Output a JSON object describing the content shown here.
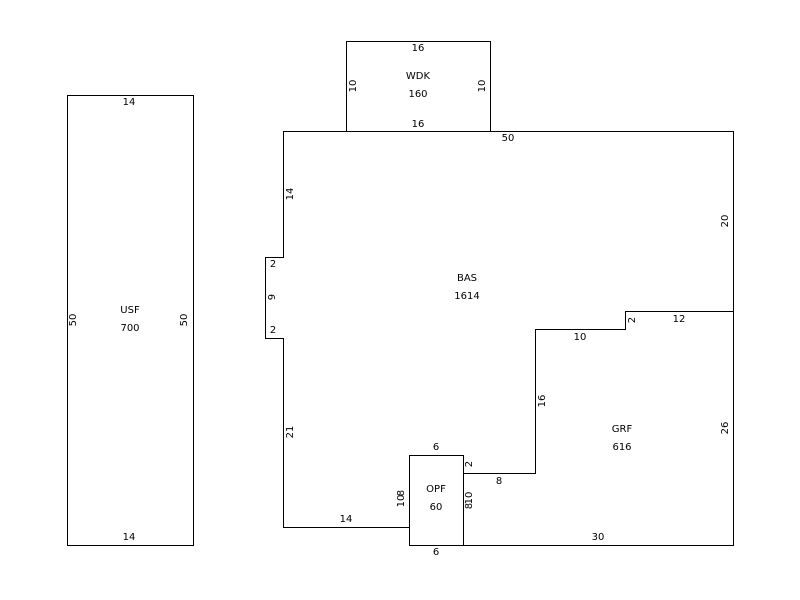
{
  "colors": {
    "background": "#ffffff",
    "line": "#000000",
    "text": "#000000"
  },
  "areas": {
    "usf": {
      "code": "USF",
      "area": "700"
    },
    "wdk": {
      "code": "WDK",
      "area": "160"
    },
    "bas": {
      "code": "BAS",
      "area": "1614"
    },
    "grf": {
      "code": "GRF",
      "area": "616"
    },
    "opf": {
      "code": "OPF",
      "area": "60"
    }
  },
  "dimensions": {
    "usf_top": "14",
    "usf_bottom": "14",
    "usf_left": "50",
    "usf_right": "50",
    "wdk_top": "16",
    "wdk_bottom": "16",
    "wdk_left": "10",
    "wdk_right": "10",
    "bas_top": "50",
    "bas_right": "20",
    "bas_left_upper": "14",
    "bas_notch_top": "2",
    "bas_notch_side": "9",
    "bas_notch_bottom": "2",
    "bas_left_lower": "21",
    "bas_bottom_left": "14",
    "bas_step_10": "10",
    "bas_step_2": "2",
    "bas_step_12": "12",
    "bas_step_16": "16",
    "bas_step_2b": "2",
    "bas_step_8": "8",
    "grf_right": "26",
    "grf_bottom": "30",
    "opf_top": "6",
    "opf_bottom": "6",
    "opf_left_a": "10",
    "opf_left_b": "8",
    "opf_right_a": "8",
    "opf_right_b": "10"
  }
}
